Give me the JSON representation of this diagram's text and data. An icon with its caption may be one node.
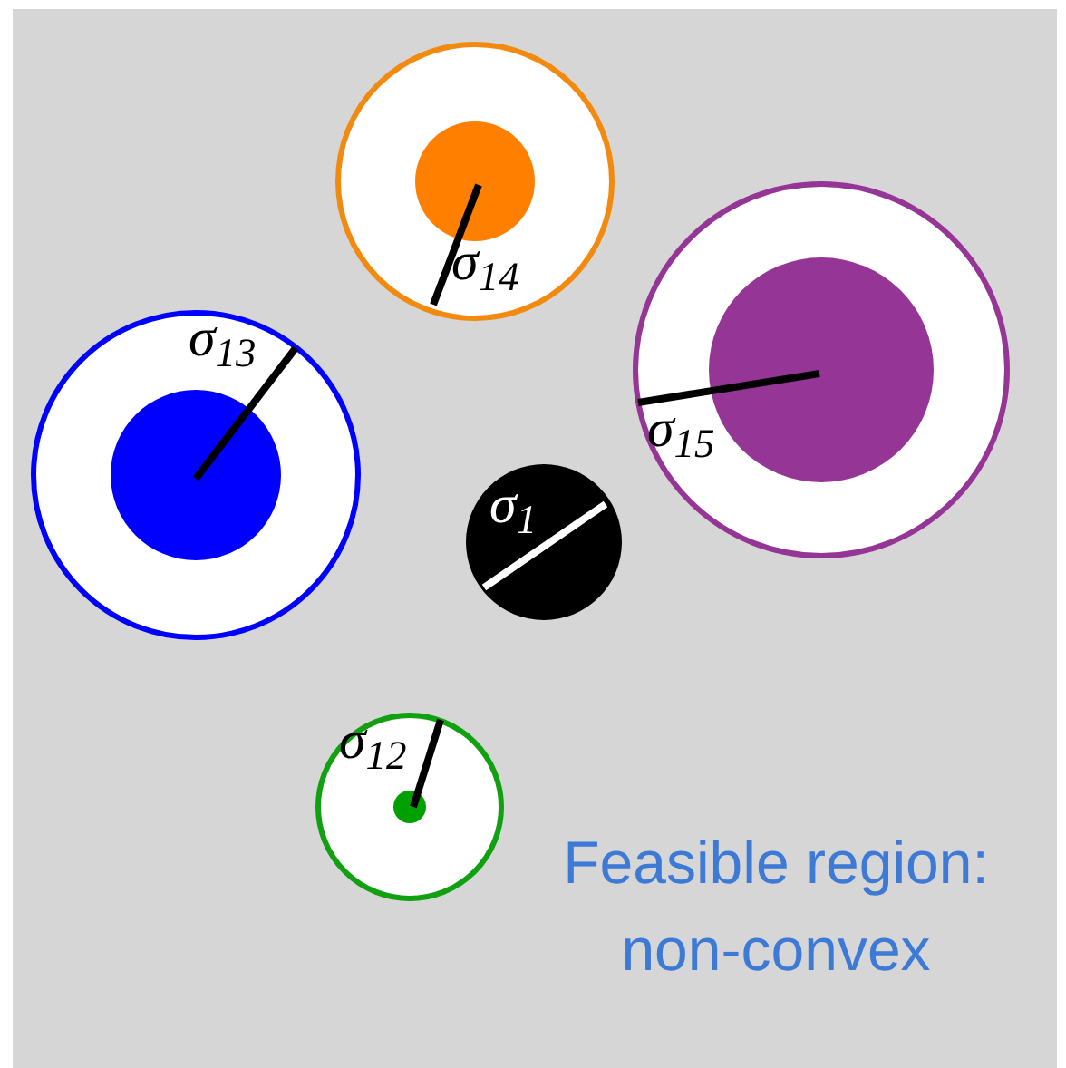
{
  "diagram": {
    "nodes": [
      {
        "text": [
          "σ$_{14}$"
        ]
      },
      {
        "text": [],
        "shape": "circle",
        "in": 0
      },
      {
        "text": [
          "σ$_{15}$"
        ]
      },
      {
        "text": [],
        "shape": "circle",
        "in": 2
      },
      {
        "text": [
          "σ$_{13}$"
        ]
      },
      {
        "text": [],
        "shape": "circle",
        "in": 4
      },
      {
        "text": [
          "σ$_{1}$"
        ]
      },
      {
        "text": [
          "σ$_{12}$"
        ]
      },
      {
        "text": [],
        "shape": "circle",
        "in": 7
      }
    ],
    "edges": [],
    "labels": [
      "Feasible region: non-convex"
    ]
  }
}
